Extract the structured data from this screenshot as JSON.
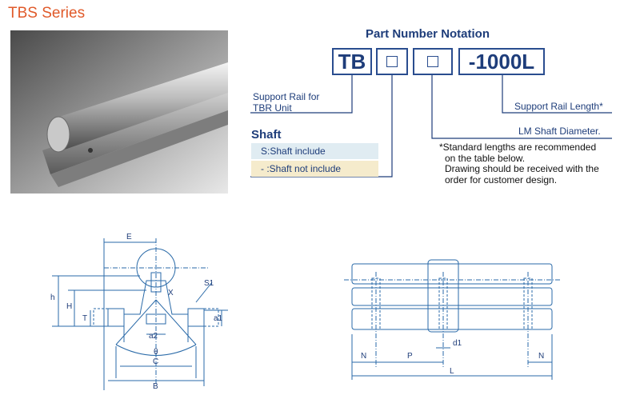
{
  "title": "TBS Series",
  "part_number": {
    "heading": "Part Number Notation",
    "prefix": "TB",
    "length_code": "-1000L"
  },
  "descriptions": {
    "support_rail_line1": "Support Rail for",
    "support_rail_line2": "TBR Unit",
    "rail_length": "Support Rail Length*",
    "shaft_diameter": "LM Shaft Diameter."
  },
  "shaft": {
    "heading": "Shaft",
    "options": [
      "S:Shaft include",
      "- :Shaft not include"
    ]
  },
  "note": [
    "*Standard lengths are recommended",
    "on the table below.",
    "Drawing should be received with the",
    "order for customer design."
  ],
  "drawing_labels": {
    "E": "E",
    "h": "h",
    "H": "H",
    "T": "T",
    "X": "X",
    "S1": "S1",
    "a2": "a2",
    "a1": "a1",
    "theta": "θ",
    "C": "C",
    "B": "B",
    "N": "N",
    "P": "P",
    "d1": "d1",
    "L": "L"
  },
  "colors": {
    "title": "#e05a2a",
    "navy": "#1e3d7a",
    "drawing": "#2a6aa8",
    "shaft_include_bg": "#e0ecf2",
    "shaft_not_include_bg": "#f5ebcc"
  },
  "icons": [
    "square-placeholder-icon"
  ]
}
